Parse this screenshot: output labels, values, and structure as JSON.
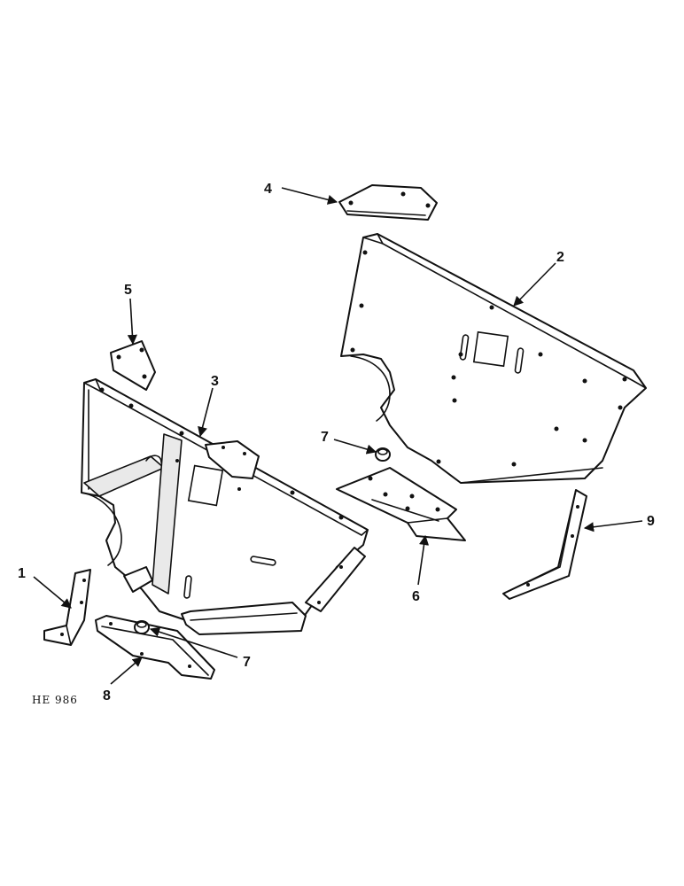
{
  "callouts": {
    "c1": "1",
    "c2": "2",
    "c3": "3",
    "c4": "4",
    "c5": "5",
    "c6": "6",
    "c7a": "7",
    "c7b": "7",
    "c8": "8",
    "c9": "9"
  },
  "reference_code": "HE 986",
  "colors": {
    "ink": "#111111",
    "paper": "#ffffff"
  }
}
